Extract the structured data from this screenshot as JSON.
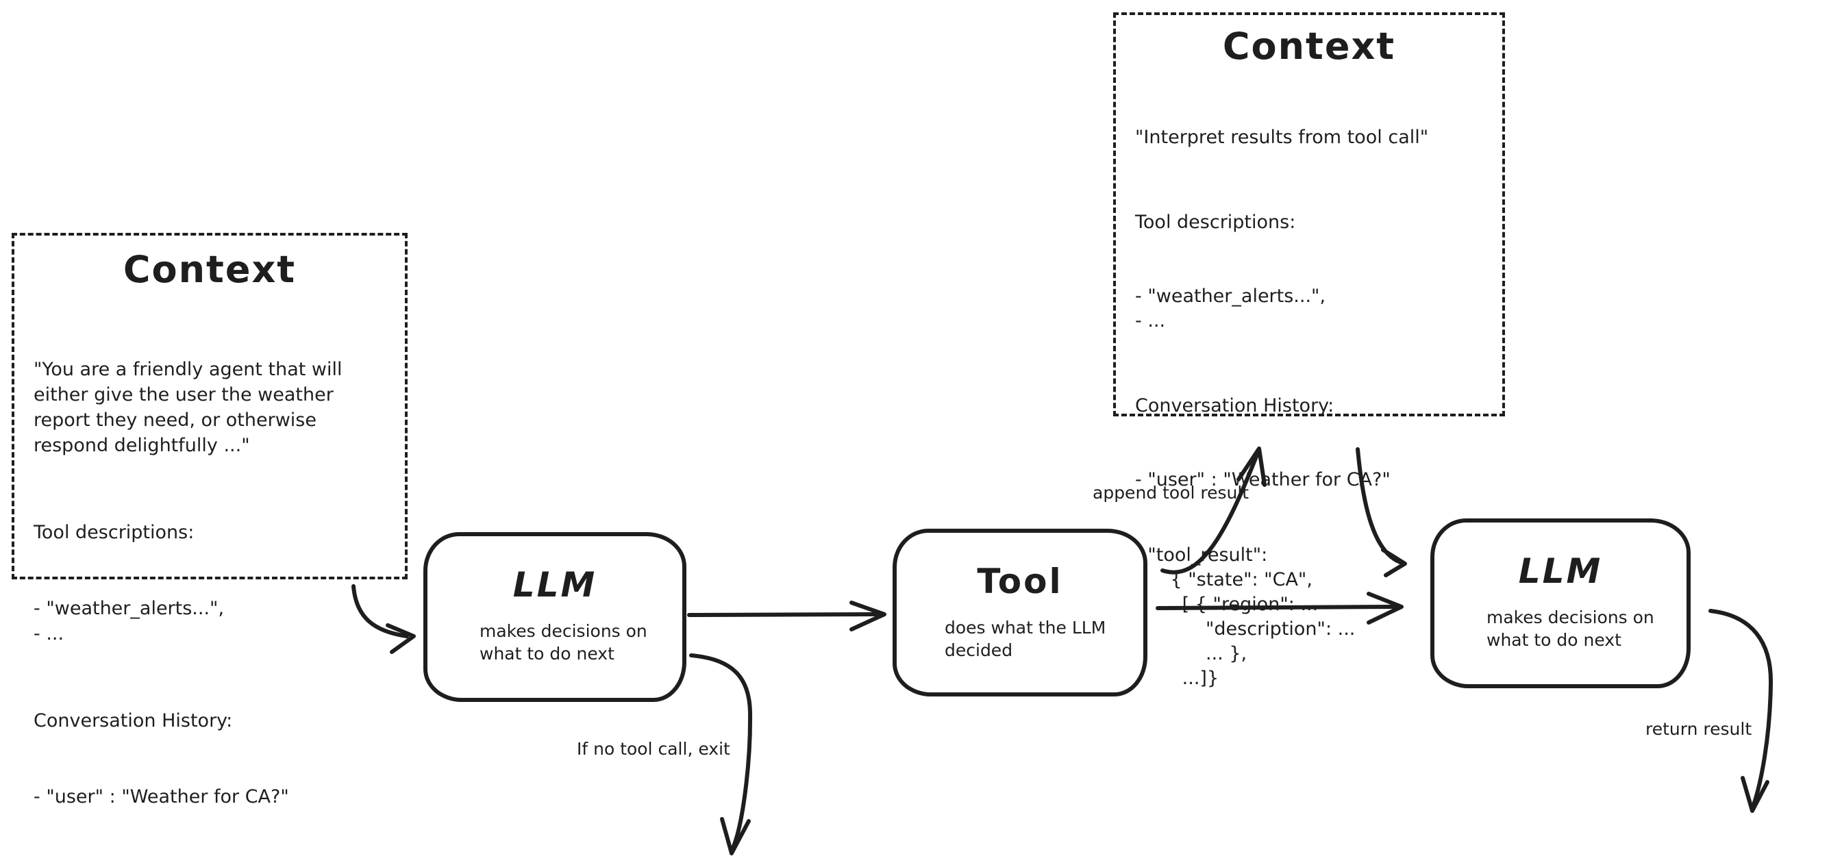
{
  "canvas": {
    "background": "#ffffff",
    "ink": "#1e1e1e"
  },
  "left_context": {
    "title": "Context",
    "system_prompt": "\"You are a friendly agent that will\neither give the user the weather\nreport they need, or otherwise\nrespond delightfully ...\"",
    "tools_heading": "Tool descriptions:",
    "tools": "- \"weather_alerts...\",\n- ...",
    "history_heading": "Conversation History:",
    "history": "- \"user\" : \"Weather for CA?\""
  },
  "right_context": {
    "title": "Context",
    "system_prompt": "\"Interpret results from tool call\"",
    "tools_heading": "Tool descriptions:",
    "tools": "- \"weather_alerts...\",\n- ...",
    "history_heading": "Conversation History:",
    "history_user": "- \"user\" : \"Weather for CA?\"",
    "history_tool_result": "- \"tool_result\":\n      { \"state\": \"CA\",\n        [ { \"region\": ...\n            \"description\": ...\n            ... },\n        ...]}"
  },
  "nodes": {
    "llm1": {
      "title": "LLM",
      "subtitle": "makes decisions on\nwhat to do next"
    },
    "tool": {
      "title": "Tool",
      "subtitle": "does what the LLM\ndecided"
    },
    "llm2": {
      "title": "LLM",
      "subtitle": "makes decisions on\nwhat to do next"
    }
  },
  "edge_labels": {
    "append_tool_result": "append tool result",
    "no_tool_exit": "If no tool call, exit",
    "return_result": "return result"
  }
}
